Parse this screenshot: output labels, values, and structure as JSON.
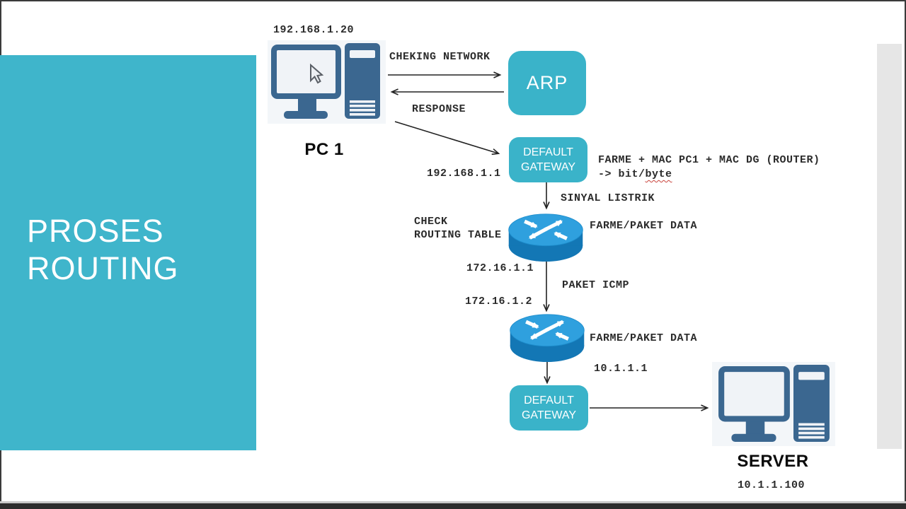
{
  "slide": {
    "title_line1": "PROSES",
    "title_line2": "ROUTING"
  },
  "nodes": {
    "pc": {
      "name": "PC 1",
      "ip": "192.168.1.20"
    },
    "arp": {
      "label": "ARP"
    },
    "gateway1": {
      "label_line1": "DEFAULT",
      "label_line2": "GATEWAY",
      "ip": "192.168.1.1"
    },
    "router1": {
      "ip": "172.16.1.1"
    },
    "router2": {
      "ip_in": "172.16.1.2",
      "ip_out": "10.1.1.1"
    },
    "gateway2": {
      "label_line1": "DEFAULT",
      "label_line2": "GATEWAY"
    },
    "server": {
      "name": "SERVER",
      "ip": "10.1.1.100"
    }
  },
  "annotations": {
    "cheking_network": "CHEKING NETWORK",
    "response": "RESPONSE",
    "frame_line1": "FARME + MAC PC1 + MAC DG (ROUTER)",
    "frame_line2_prefix": "-> bit/",
    "frame_line2_underlined": "byte",
    "sinyal_listrik": "SINYAL LISTRIK",
    "check_line1": "CHECK",
    "check_line2": "ROUTING TABLE",
    "farme_paket_1": "FARME/PAKET DATA",
    "paket_icmp": "PAKET ICMP",
    "farme_paket_2": "FARME/PAKET DATA"
  },
  "colors": {
    "panel_teal": "#3fb5cb",
    "box_teal": "#3ab3c9",
    "icon_blue": "#3b6790",
    "router_top": "#2fa0de",
    "router_body": "#1377b5",
    "strip_gray": "#e6e6e6",
    "underline_red": "#c9443c"
  }
}
